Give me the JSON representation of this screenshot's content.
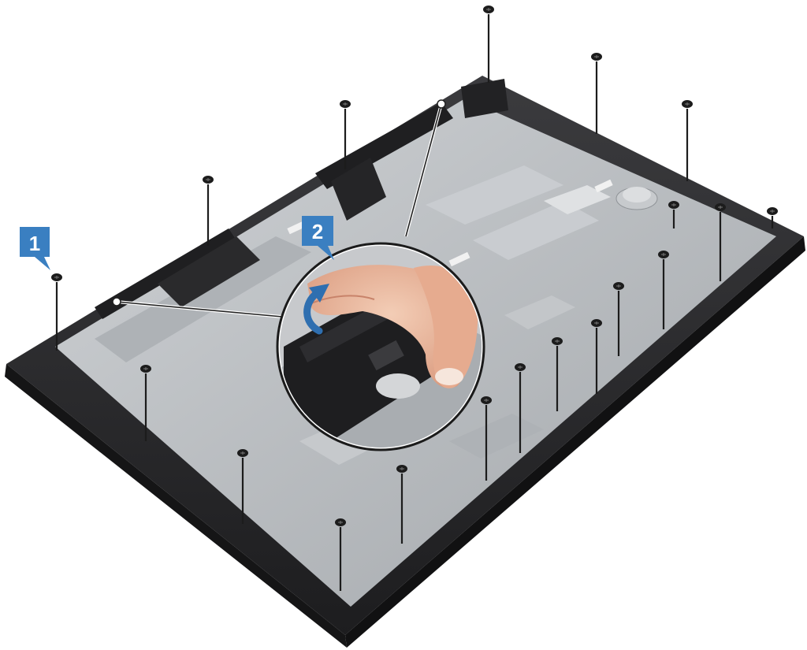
{
  "figure": {
    "subject": "display-panel-assembly",
    "callouts": [
      {
        "id": "step-1",
        "label": "1",
        "color": "#3a7fc1"
      },
      {
        "id": "step-2",
        "label": "2",
        "color": "#3a7fc1"
      }
    ],
    "screw_count": 19,
    "palette": {
      "bezel": "#2a2a2c",
      "plate": "#b9bcc0",
      "plate_dark": "#8e9296",
      "screw": "#1c1c1c",
      "callout": "#3a7fc1",
      "arrow": "#2f6fb0",
      "skin": "#e8b59a"
    }
  }
}
